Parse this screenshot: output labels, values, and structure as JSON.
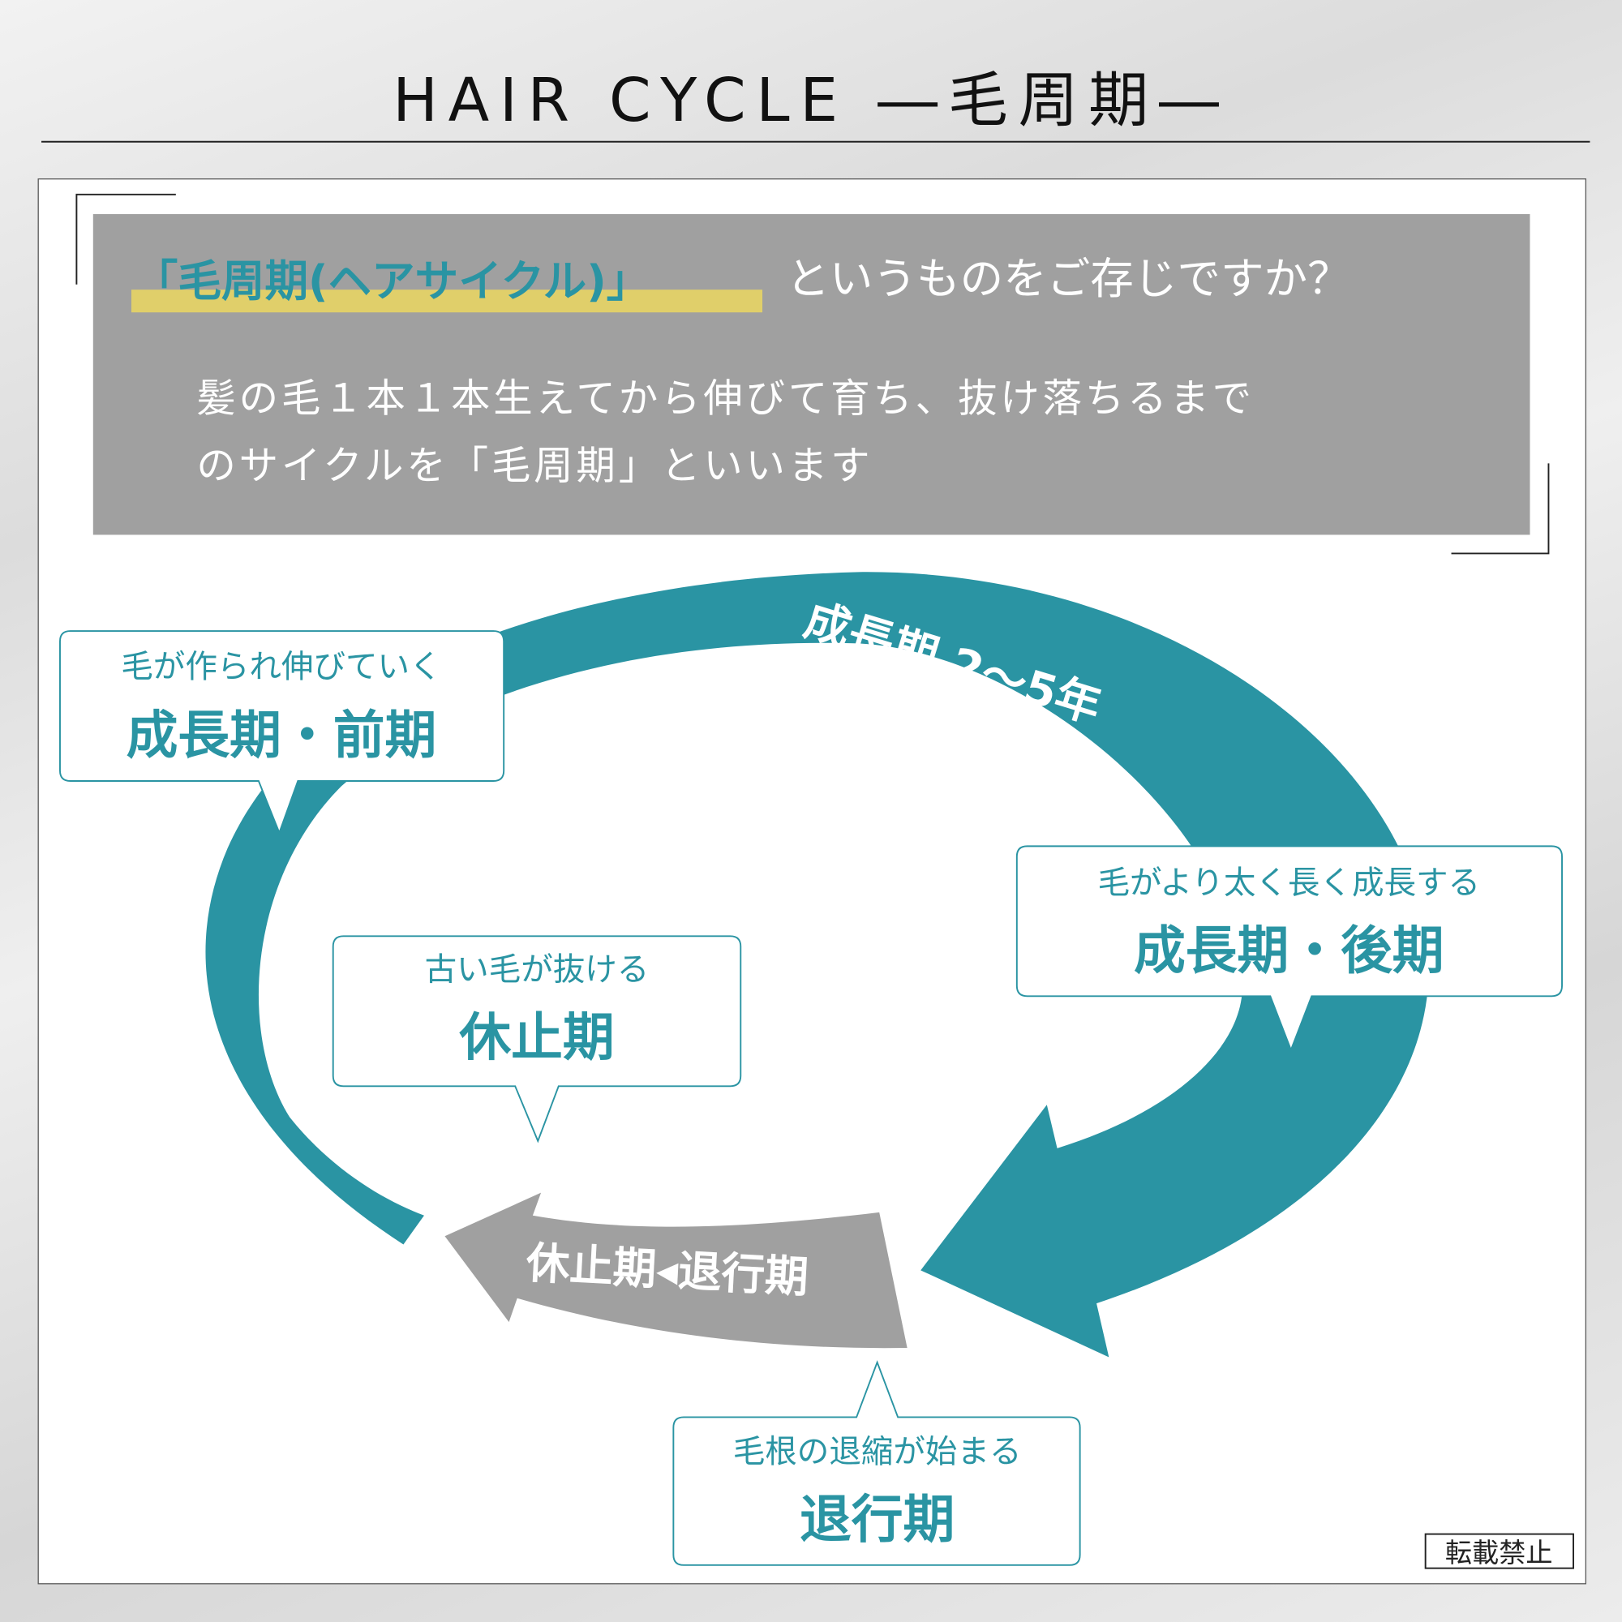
{
  "header": {
    "title": "HAIR  CYCLE  ―毛周期―"
  },
  "intro": {
    "question_highlight": "「毛周期(ヘアサイクル)」",
    "question_rest": "というものをご存じですか？",
    "body_line1": "髪の毛１本１本生えてから伸びて育ち、抜け落ちるまで",
    "body_line2": "のサイクルを「毛周期」といいます"
  },
  "cycle": {
    "growth_arrow_label": "成長期 2〜5年",
    "rest_arrow_label": "休止期◂退行期"
  },
  "bubbles": [
    {
      "caption": "毛が作られ伸びていく",
      "phase": "成長期・前期"
    },
    {
      "caption": "毛がより太く長く成長する",
      "phase": "成長期・後期"
    },
    {
      "caption": "古い毛が抜ける",
      "phase": "休止期"
    },
    {
      "caption": "毛根の退縮が始まる",
      "phase": "退行期"
    }
  ],
  "stamp": "転載禁止",
  "colors": {
    "teal": "#2a94a3",
    "gray": "#a0a0a0",
    "highlight": "#e0cf6a"
  }
}
